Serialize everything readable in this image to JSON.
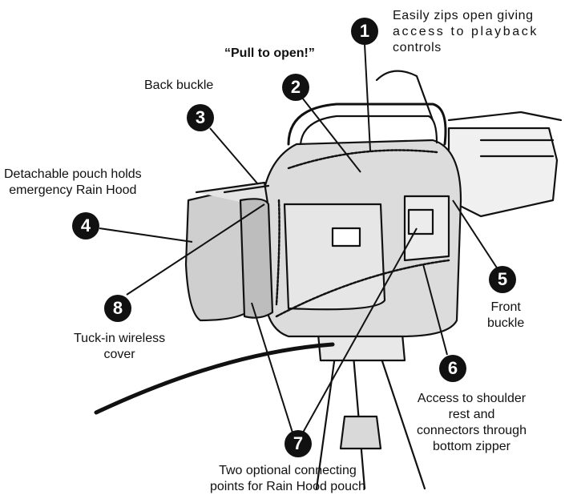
{
  "labels": {
    "l1": [
      "Easily zips open giving",
      "access to playback",
      "controls"
    ],
    "l2": "“Pull to open!”",
    "l3": "Back buckle",
    "l4": [
      "Detachable pouch holds",
      "emergency Rain Hood"
    ],
    "l5": [
      "Front",
      "buckle"
    ],
    "l6": [
      "Access to shoulder",
      "rest and",
      "connectors through",
      "bottom zipper"
    ],
    "l7": [
      "Two optional connecting",
      "points for Rain Hood pouch"
    ],
    "l8": [
      "Tuck-in wireless",
      "cover"
    ]
  },
  "markers": [
    "1",
    "2",
    "3",
    "4",
    "5",
    "6",
    "7",
    "8"
  ],
  "colors": {
    "ink": "#111111",
    "marker_fill": "#111111",
    "marker_text": "#ffffff",
    "cover_fill": "#cfcfcf"
  }
}
